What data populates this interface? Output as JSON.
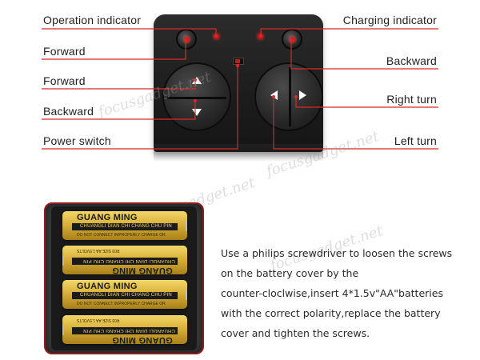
{
  "labels": {
    "operation_indicator": "Operation indicator",
    "charging_indicator": "Charging indicator",
    "forward_top": "Forward",
    "forward_pad": "Forward",
    "backward_left": "Backward",
    "backward_right": "Backward",
    "power_switch": "Power switch",
    "right_turn": "Right turn",
    "left_turn": "Left turn"
  },
  "batteries": [
    {
      "brand": "GUANG MING",
      "sub": "CHUANGLI DIAN CHI CHANG CHU PIN",
      "warn": "DO NOT CONNECT IMPROPERLY CHARGE OR"
    },
    {
      "brand": "GUANG MING",
      "sub": "CHUANGLI DIAN CHI CHANG CHU PIN",
      "warn": "R03 SIZE AA 1.5VOLTS"
    },
    {
      "brand": "GUANG MING",
      "sub": "CHUANGLI DIAN CHI CHANG CHU PIN",
      "warn": "DO NOT CONNECT IMPROPERLY CHARGE OR"
    },
    {
      "brand": "GUANG MING",
      "sub": "CHUANGLI DIAN CHI CHANG CHU PIN",
      "warn": "R03 SIZE AA 1.5VOLTS"
    }
  ],
  "instructions": [
    "Use a philips screwdriver to loosen the screws",
    "on the battery cover by the",
    "counter-cloclwise,insert 4*1.5v\"AA\"batteries",
    "with the correct polarity,replace the battery",
    "cover and tighten the screws."
  ],
  "watermark": {
    "text": "focusgadget.net"
  },
  "colors": {
    "line": "#d42b2b",
    "led": "#c81212",
    "battery_gold": "#d9b13a"
  }
}
